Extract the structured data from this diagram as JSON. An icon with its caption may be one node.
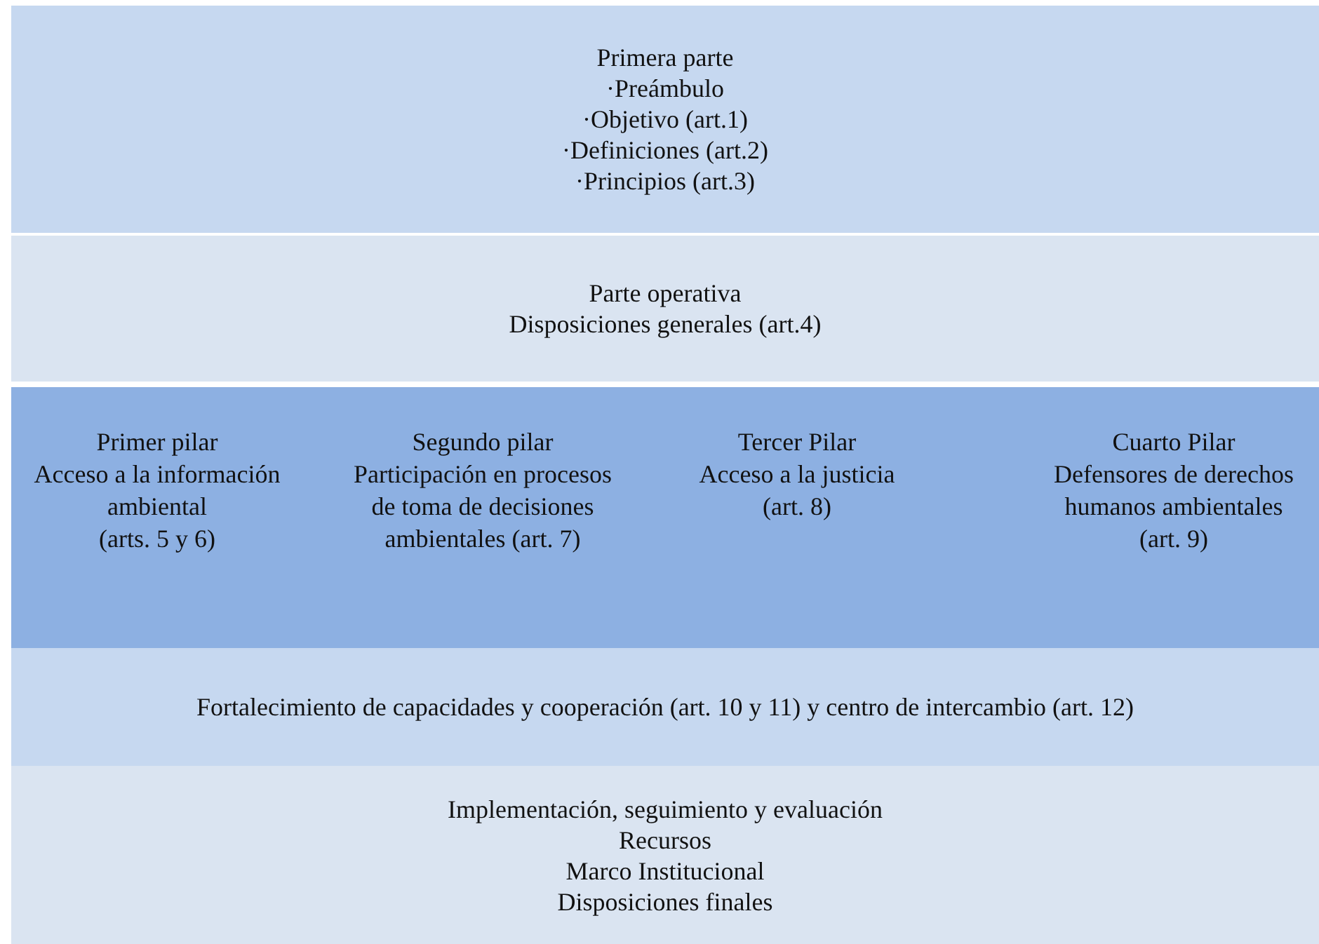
{
  "diagram": {
    "nodes": [
      {
        "text": [
          "Primera parte",
          "·Preámbulo",
          "·Objetivo (art.1)",
          "·Definiciones (art.2)",
          "·Principios (art.3)"
        ]
      },
      {
        "text": [
          "Parte operativa",
          "Disposiciones generales (art.4)"
        ]
      },
      {
        "text": [],
        "shape": "box"
      },
      {
        "text": [
          "Primer pilar",
          "Acceso a la información ambiental",
          "(arts. 5 y 6)"
        ],
        "in": 2
      },
      {
        "text": [
          "Segundo pilar",
          "Participación en procesos de toma de decisiones ambientales (art. 7)"
        ],
        "in": 2
      },
      {
        "text": [
          "Tercer Pilar",
          "Acceso a la justicia",
          "(art. 8)"
        ],
        "in": 2
      },
      {
        "text": [
          "Cuarto Pilar",
          "Defensores de derechos humanos ambientales",
          "(art. 9)"
        ],
        "in": 2
      },
      {
        "text": [
          "Fortalecimiento de capacidades y cooperación (art. 10 y 11) y centro de intercambio (art. 12)"
        ]
      },
      {
        "text": [
          "Implementación, seguimiento y evaluación",
          "Recursos",
          "Marco Institucional",
          "Disposiciones finales"
        ]
      }
    ],
    "edges": []
  }
}
